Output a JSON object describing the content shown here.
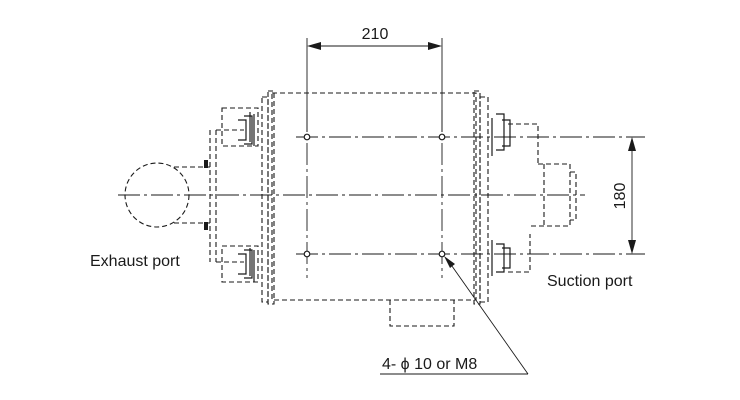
{
  "labels": {
    "exhaust_port": "Exhaust port",
    "suction_port": "Suction port",
    "hole_callout": "4- ϕ 10 or M8"
  },
  "dimensions": {
    "horizontal": "210",
    "vertical": "180"
  }
}
